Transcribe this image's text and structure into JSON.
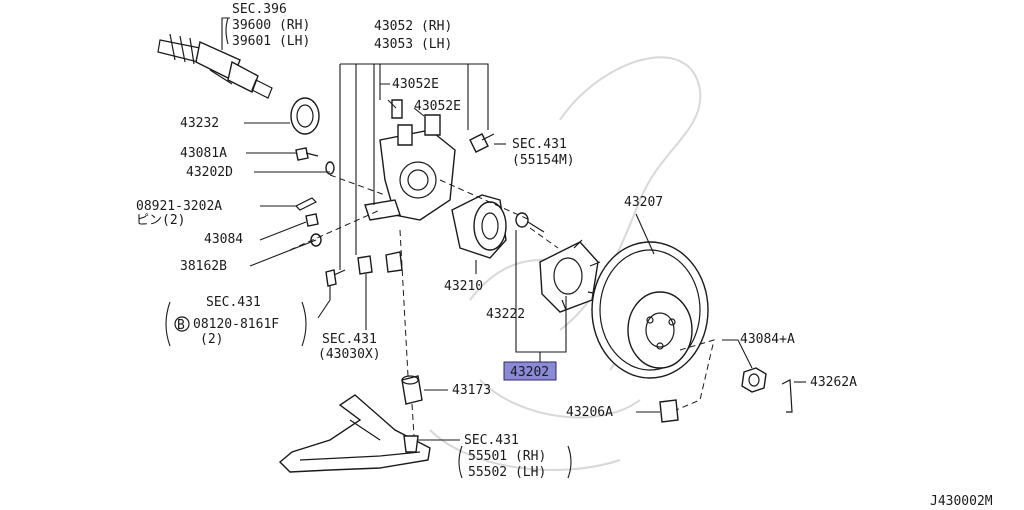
{
  "callouts": {
    "sec396": "SEC.396",
    "p39600": "39600 (RH)",
    "p39601": "39601 (LH)",
    "p43052": "43052 (RH)",
    "p43053": "43053 (LH)",
    "p43052e_a": "43052E",
    "p43052e_b": "43052E",
    "p43232": "43232",
    "sec431_a": "SEC.431",
    "p55154m": "(55154M)",
    "p43081a": "43081A",
    "p43202d": "43202D",
    "p08921": "08921-3202A",
    "pin2": "ピン(2)",
    "p43084": "43084",
    "p38162b": "38162B",
    "sec431_b": "SEC.431",
    "p08120_mark": "B",
    "p08120": "08120-8161F",
    "qty2": "(2)",
    "sec431_c": "SEC.431",
    "p43030x": "(43030X)",
    "p43210": "43210",
    "p43222": "43222",
    "p43202": "43202",
    "p43207": "43207",
    "p43084a": "43084+A",
    "p43262a": "43262A",
    "p43173": "43173",
    "p43206a": "43206A",
    "sec431_d": "SEC.431",
    "p55501": "55501 (RH)",
    "p55502": "55502 (LH)"
  },
  "diagram_code": "J430002M",
  "highlight_color": "#8a8ad6"
}
